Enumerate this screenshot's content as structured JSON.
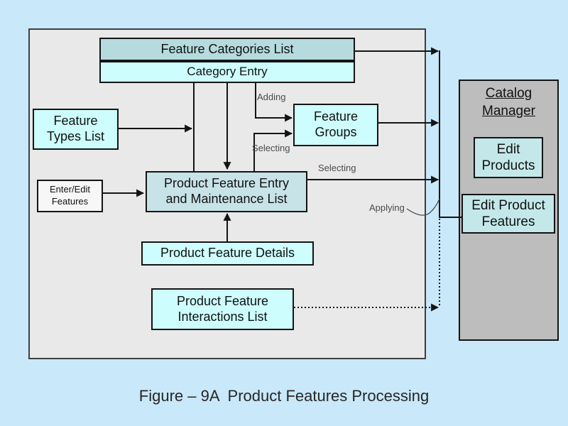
{
  "slide": {
    "caption": "Figure – 9A  Product Features Processing"
  },
  "diagram": {
    "boxes": {
      "feature_categories_list": "Feature Categories List",
      "category_entry": "Category Entry",
      "feature_types_list": "Feature\nTypes List",
      "enter_edit_features": "Enter/Edit\nFeatures",
      "feature_groups": "Feature\nGroups",
      "product_feature_entry": "Product Feature Entry\nand Maintenance List",
      "product_feature_details": "Product Feature Details",
      "product_feature_interactions_list": "Product Feature\nInteractions List"
    },
    "flow_labels": {
      "adding": "Adding",
      "selecting_to_groups": "Selecting",
      "selecting_to_manager": "Selecting",
      "applying": "Applying"
    }
  },
  "catalog_manager": {
    "title": "Catalog\nManager",
    "edit_products": "Edit\nProducts",
    "edit_product_features": "Edit Product\nFeatures"
  },
  "colors": {
    "page_background": "#C9E8FA",
    "container_background": "#E9E9E9",
    "teal_header_fill": "#B5DBDE",
    "cyan_box_fill": "#CDFDFD",
    "entry_box_fill": "#C8E3E8",
    "white_box_fill": "#F7F7F7",
    "panel_fill": "#BDBDBD",
    "panel_box_fill": "#C4E8E9",
    "line_color": "#141414",
    "flow_label_color": "#4A4A4A"
  }
}
